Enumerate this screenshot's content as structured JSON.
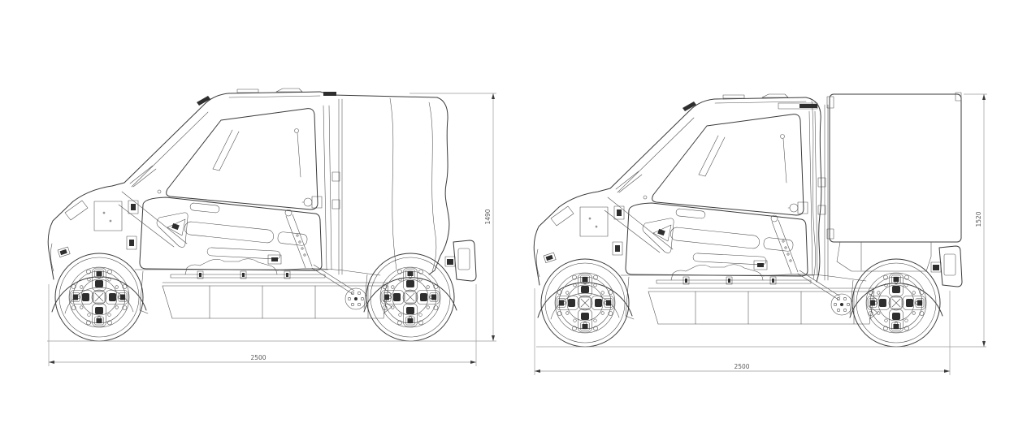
{
  "page": {
    "background": "#ffffff"
  },
  "colors": {
    "body_line": "#3a3a3a",
    "detail_line": "#4a4a4a",
    "dark_fill": "#2e2e2e",
    "dimension_line": "#9a9a9a",
    "dimension_text": "#5a5a5a"
  },
  "left_drawing": {
    "length_label": "2500",
    "height_label": "1490"
  },
  "right_drawing": {
    "length_label": "2500",
    "height_label": "1520"
  }
}
